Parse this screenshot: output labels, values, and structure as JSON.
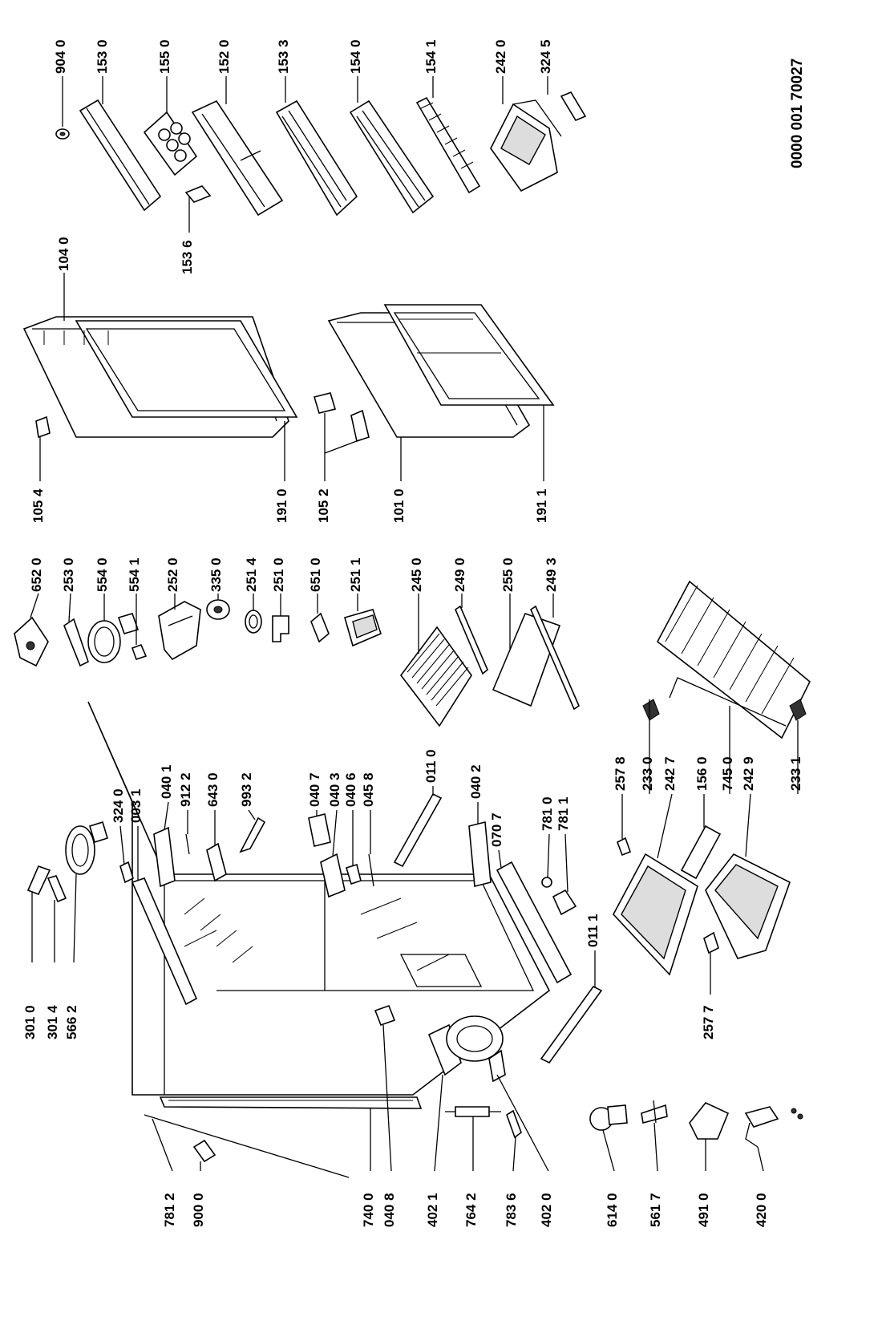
{
  "document_id": "0000 001 70027",
  "labels": {
    "p9040": "904 0",
    "p1530": "153 0",
    "p1550": "155 0",
    "p1520": "152 0",
    "p1533": "153 3",
    "p1540": "154 0",
    "p1541": "154 1",
    "p2420": "242 0",
    "p3245": "324 5",
    "p1536": "153 6",
    "p1040": "104 0",
    "p1054": "105 4",
    "p1910": "191 0",
    "p1052": "105 2",
    "p1010": "101 0",
    "p1911": "191 1",
    "p6520": "652 0",
    "p2530": "253 0",
    "p5540": "554 0",
    "p5541": "554 1",
    "p2520": "252 0",
    "p3350": "335 0",
    "p2514": "251 4",
    "p2510": "251 0",
    "p6510": "651 0",
    "p2511": "251 1",
    "p2450": "245 0",
    "p2490": "249 0",
    "p2550": "255 0",
    "p2493": "249 3",
    "p3010": "301 0",
    "p3014": "301 4",
    "p5662": "566 2",
    "p3240": "324 0",
    "p0031": "003 1",
    "p0401": "040 1",
    "p9122": "912 2",
    "p6430": "643 0",
    "p9932": "993 2",
    "p0407": "040 7",
    "p0403": "040 3",
    "p0406": "040 6",
    "p0458": "045 8",
    "p0110": "011 0",
    "p0402": "040 2",
    "p0707": "070 7",
    "p7810": "781 0",
    "p7811": "781 1",
    "p0111": "011 1",
    "p2578": "257 8",
    "p2330": "233 0",
    "p2427": "242 7",
    "p1560": "156 0",
    "p7450": "745 0",
    "p2429": "242 9",
    "p2331": "233 1",
    "p2577": "257 7",
    "p7812": "781 2",
    "p9000": "900 0",
    "p7400": "740 0",
    "p0408": "040 8",
    "p4021": "402 1",
    "p7642": "764 2",
    "p7836": "783 6",
    "p4020": "402 0",
    "p6140": "614 0",
    "p5617": "561 7",
    "p4910": "491 0",
    "p4200": "420 0"
  }
}
